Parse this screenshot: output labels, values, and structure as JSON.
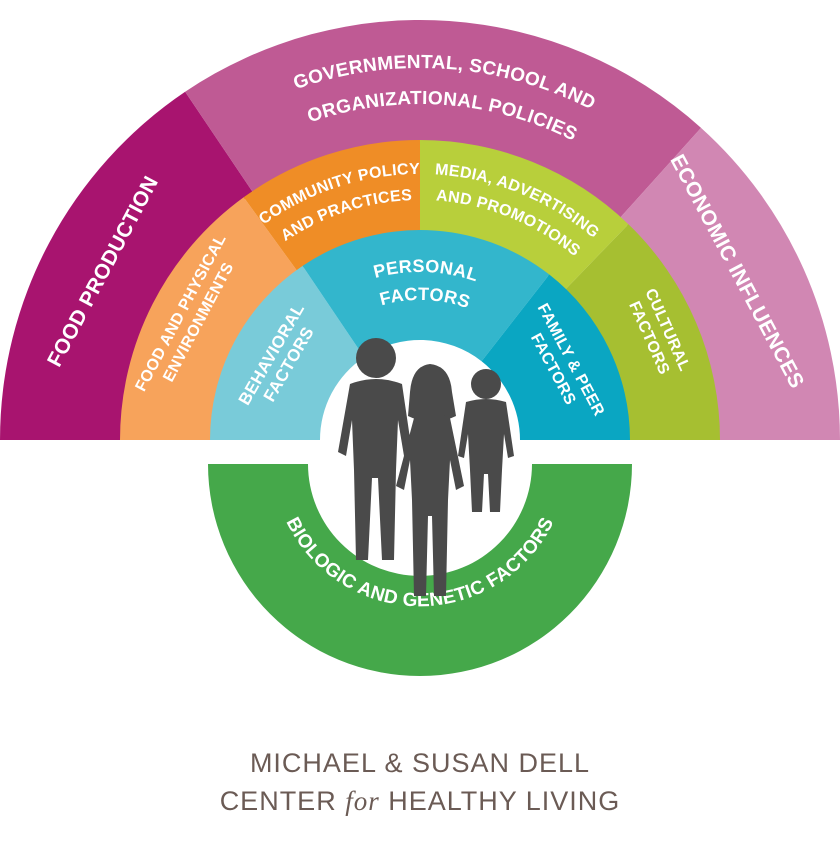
{
  "outer_ring": [
    {
      "label": "FOOD PRODUCTION",
      "color": "#a8146f"
    },
    {
      "label_lines": [
        "GOVERNMENTAL, SCHOOL AND",
        "ORGANIZATIONAL POLICIES"
      ],
      "color": "#bf5a94"
    },
    {
      "label": "ECONOMIC INFLUENCES",
      "color": "#d187b3"
    }
  ],
  "middle_ring": [
    {
      "label_lines": [
        "FOOD AND PHYSICAL",
        "ENVIRONMENTS"
      ],
      "color": "#f7a35b"
    },
    {
      "label_lines": [
        "COMMUNITY POLICY",
        "AND PRACTICES"
      ],
      "color": "#ef8d26"
    },
    {
      "label_lines": [
        "MEDIA, ADVERTISING",
        "AND PROMOTIONS"
      ],
      "color": "#b8cf3b"
    },
    {
      "label_lines": [
        "CULTURAL",
        "FACTORS"
      ],
      "color": "#a6bf31"
    }
  ],
  "inner_ring": [
    {
      "label_lines": [
        "BEHAVIORAL",
        "FACTORS"
      ],
      "color": "#79cbd9"
    },
    {
      "label_lines": [
        "PERSONAL",
        "FACTORS"
      ],
      "color": "#33b6cc"
    },
    {
      "label_lines": [
        "FAMILY & PEER",
        "FACTORS"
      ],
      "color": "#0aa6c2"
    }
  ],
  "bottom_arc": {
    "label": "BIOLOGIC AND GENETIC FACTORS",
    "color": "#45a84a"
  },
  "silhouette_color": "#4a4a4a",
  "brand": {
    "line1": "MICHAEL & SUSAN DELL",
    "line2_pre": "CENTER ",
    "line2_italic": "for",
    "line2_post": " HEALTHY LIVING",
    "color": "#6b5b55"
  }
}
